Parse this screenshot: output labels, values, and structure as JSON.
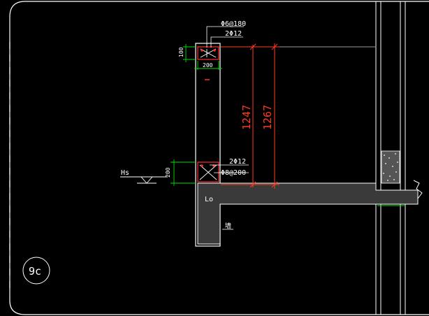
{
  "drawing": {
    "top_rebar_stirrup": "Φ6@180",
    "top_rebar_main": "2Φ12",
    "top_height_dim": "100",
    "top_width_dim": "200",
    "dim_inner": "1247",
    "dim_outer": "1267",
    "lower_rebar_main": "2Φ12",
    "lower_rebar_stirrup": "Φ8@200",
    "lower_height_dim": "200",
    "level_label": "Hs",
    "beam_label": "Lo",
    "wall_label": "墙",
    "detail_tag": "9c"
  },
  "colors": {
    "background": "#000000",
    "lines": "#ffffff",
    "dimension": "#ff3b1f",
    "extension": "#00e000",
    "concrete": "#3a3a3a",
    "rebar": "#ff3030"
  }
}
